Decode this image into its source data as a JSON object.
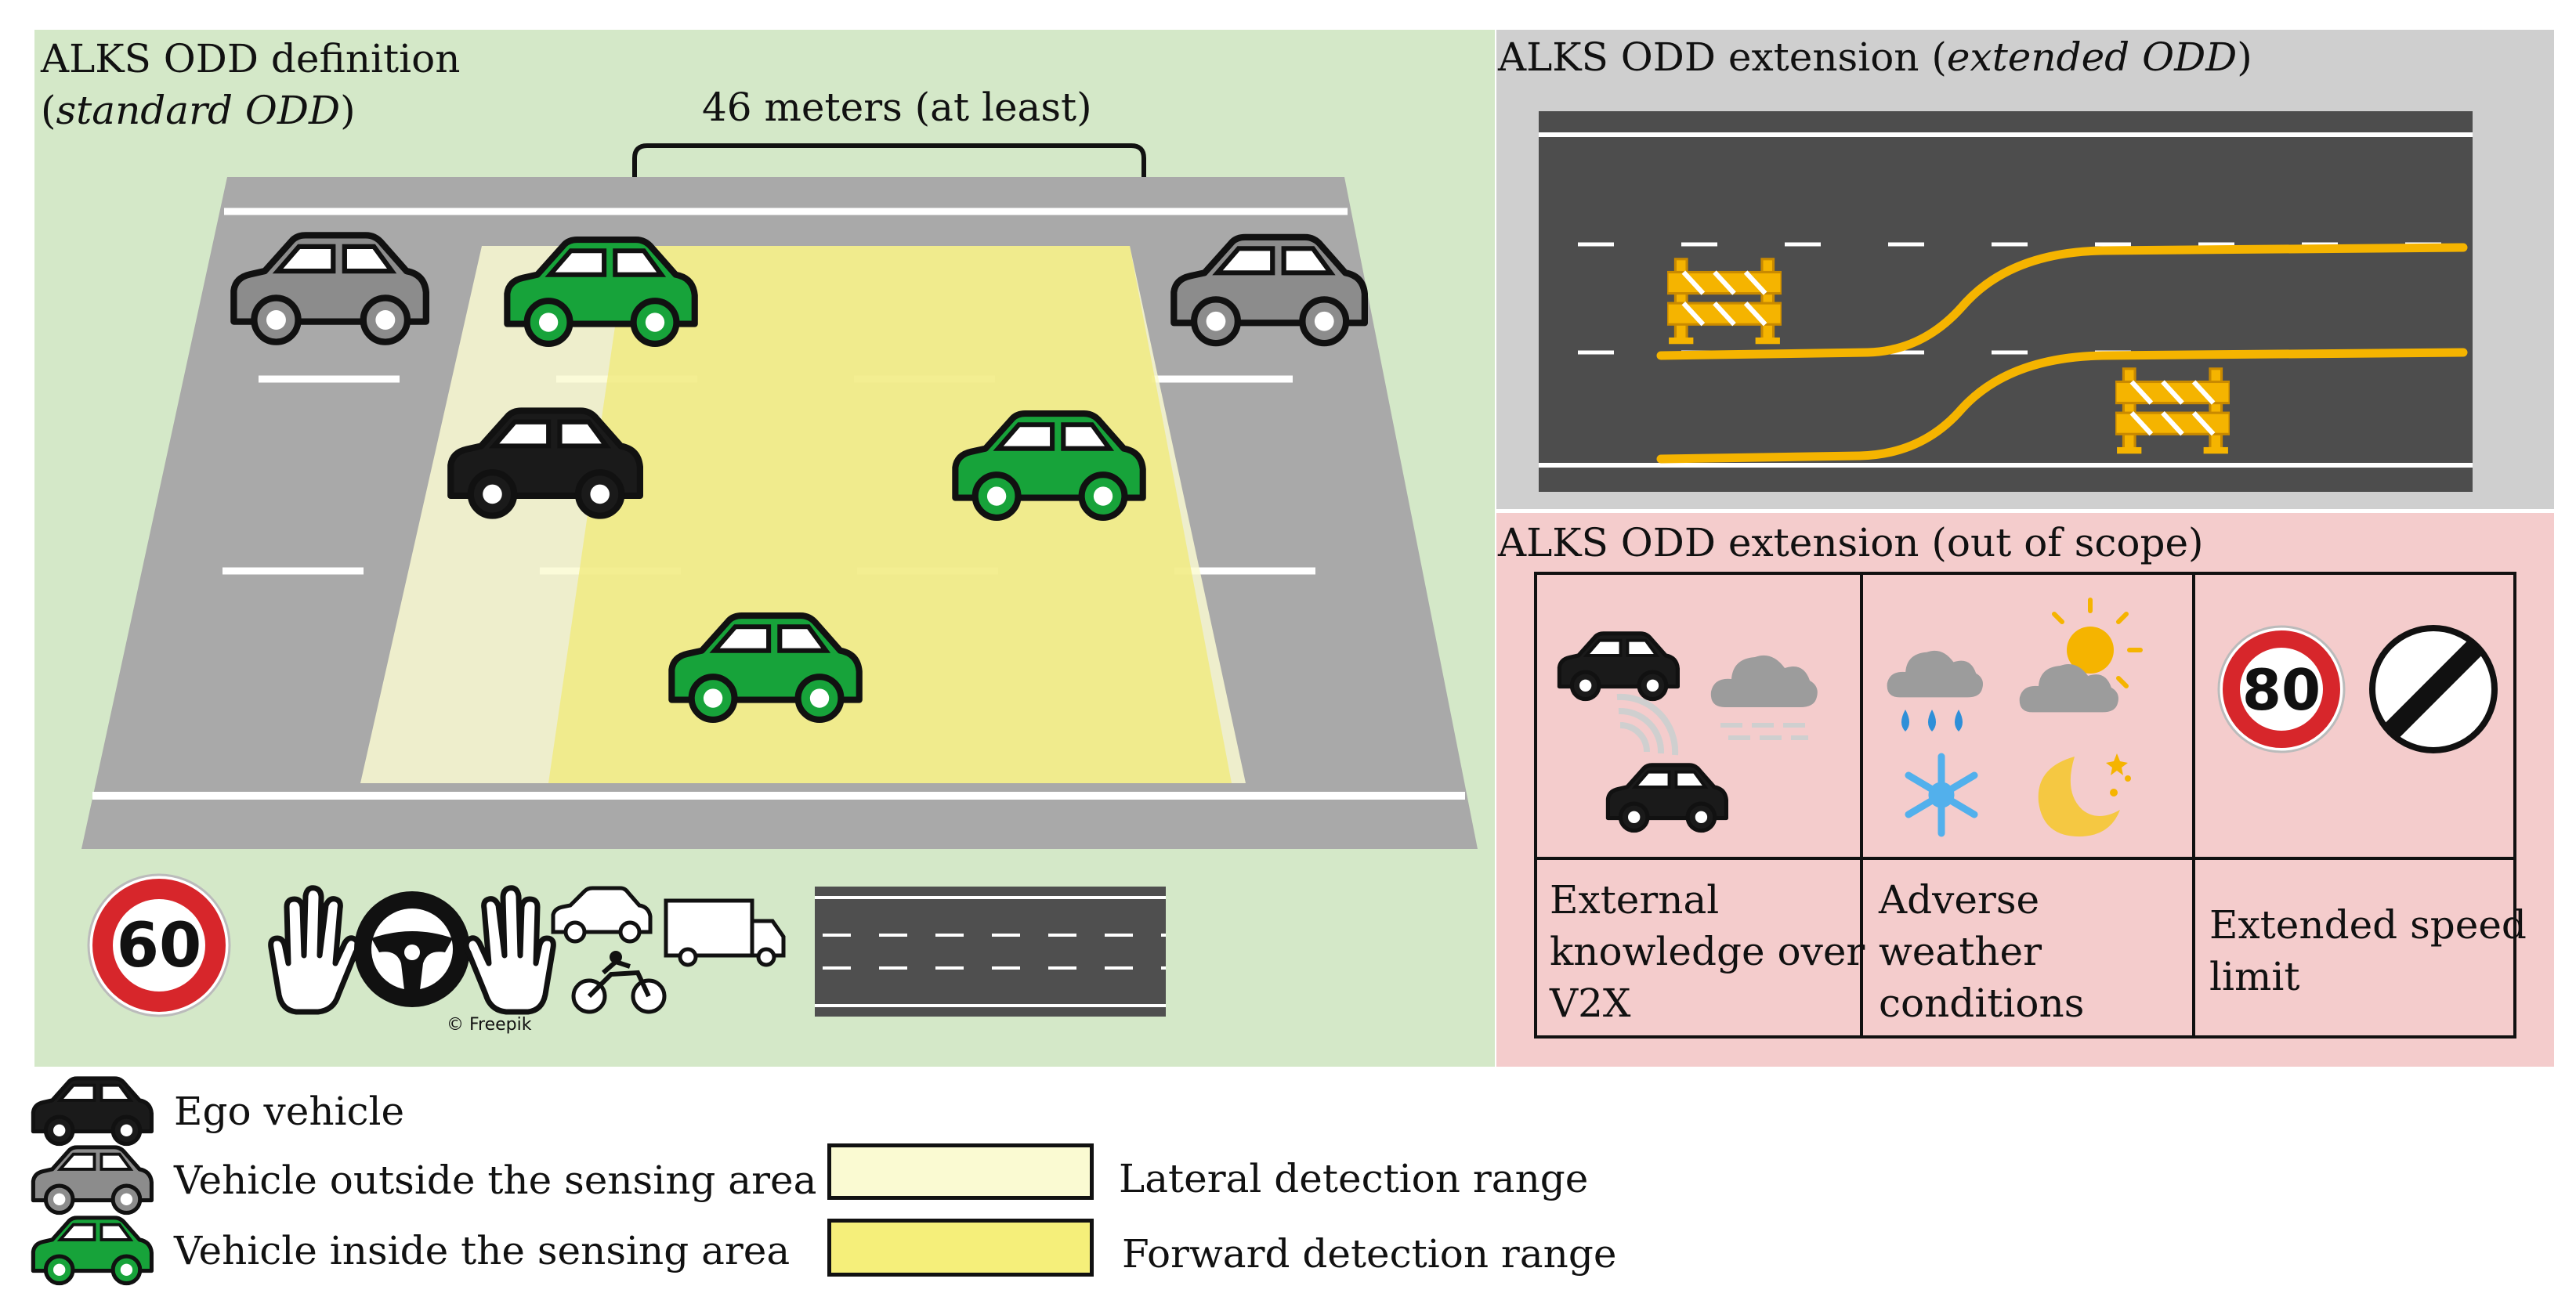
{
  "standard_panel": {
    "title_line1": "ALKS ODD definition",
    "title_line2": "standard ODD",
    "distance_label": "46 meters (at least)",
    "speed_sign": "60",
    "credit": "© Freepik"
  },
  "extended_panel": {
    "title_prefix": "ALKS ODD extension (",
    "title_italic": "extended ODD",
    "title_suffix": ")"
  },
  "oos_panel": {
    "title": "ALKS ODD extension (out of scope)",
    "columns": [
      {
        "label_lines": [
          "External",
          "knowledge over",
          "V2X"
        ]
      },
      {
        "label_lines": [
          "Adverse",
          "weather",
          "conditions"
        ]
      },
      {
        "label_lines": [
          "Extended speed",
          "limit"
        ]
      }
    ],
    "speed_sign": "80"
  },
  "legend": {
    "ego": "Ego vehicle",
    "outside": "Vehicle outside the sensing area",
    "inside": "Vehicle inside the sensing area",
    "lateral": "Lateral detection range",
    "forward": "Forward detection range"
  },
  "colors": {
    "standard_bg": "#d4e8c8",
    "extended_bg": "#cfcfcf",
    "oos_bg": "#f4cccc",
    "road": "#a8a8a8",
    "asphalt_dark": "#4a4a4a",
    "green_car": "#17a33a",
    "grey_car": "#8a8a8a",
    "ego_car": "#1a1a1a",
    "lateral_range": "#fafad2",
    "forward_range": "#f5ef7a",
    "roadworks": "#f5b400"
  }
}
